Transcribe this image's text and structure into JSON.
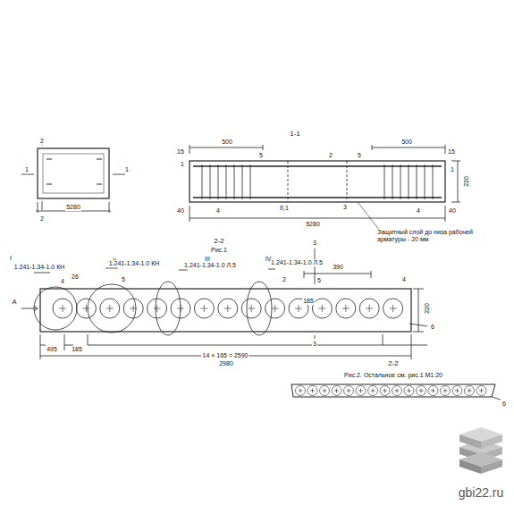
{
  "diagram": {
    "labels": [
      "2",
      "2",
      "1",
      "1",
      "5280",
      "1-1",
      "500",
      "500",
      "15",
      "15",
      "1",
      "5",
      "2",
      "5",
      "1",
      "220",
      "40",
      "40",
      "4",
      "б,1",
      "3",
      "4",
      "5280",
      "Защитный слой до низа рабочей арматуры - 20 мм",
      "2-2",
      "Рис.1",
      "3",
      "3",
      "I",
      "1.241-1.34-1.0 КН",
      "26",
      "4",
      "II",
      "1.241-1.34-1.0 КН",
      "5",
      "III",
      "1.241-1.34-1.0 Л.5",
      "IV",
      "1.241-1.34-1.0 Л.5",
      "2",
      "390",
      "5",
      "4",
      "220",
      "6",
      "А",
      "185",
      "495",
      "185",
      "14 × 165 = 2590",
      "2980",
      "2-2",
      "Рис.2. Остальное см. рис.1 М1:20",
      "6",
      "gbi22.ru"
    ]
  }
}
